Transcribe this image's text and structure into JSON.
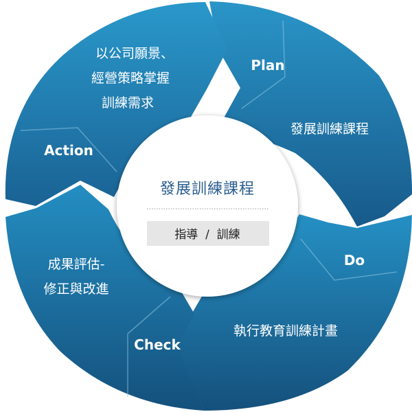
{
  "center": {
    "title": "發展訓練課程",
    "subtitle": "指導  /  訓練"
  },
  "segments": [
    {
      "key": "plan",
      "title": "Plan",
      "lines": [
        "發展訓練課程"
      ]
    },
    {
      "key": "do",
      "title": "Do",
      "lines": [
        "執行教育訓練計畫"
      ]
    },
    {
      "key": "check",
      "title": "Check",
      "lines": [
        "成果評估-",
        "修正與改進"
      ]
    },
    {
      "key": "action",
      "title": "Action",
      "lines": [
        "以公司願景、",
        "經營策略掌握",
        "訓練需求"
      ]
    }
  ],
  "colors": {
    "segment_light": "#2a95c8",
    "segment_dark": "#16527e",
    "center_title": "#2a5d8f",
    "subtitle_box": "#e6e6e6"
  }
}
